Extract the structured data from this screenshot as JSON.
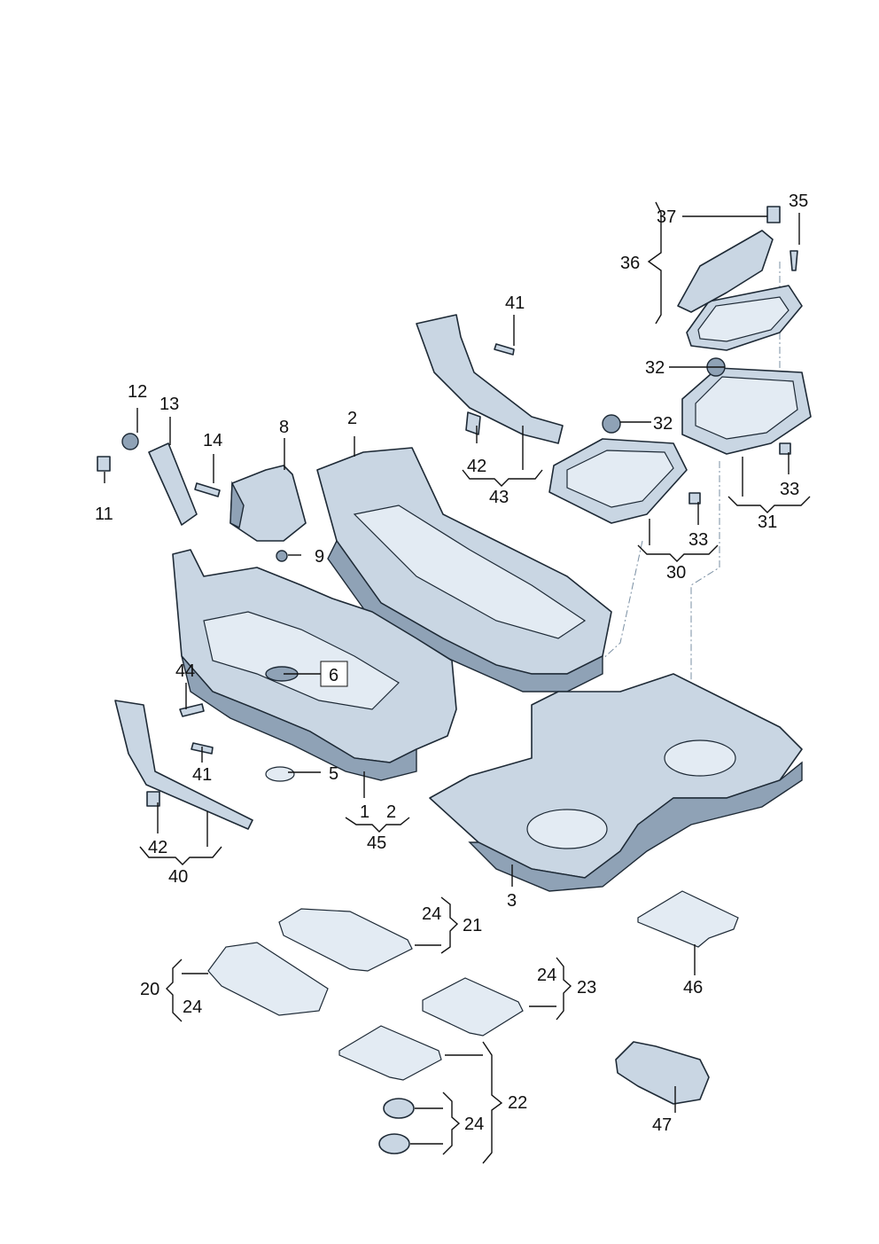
{
  "callouts": {
    "c1": "1",
    "c2a": "2",
    "c2b": "2",
    "c3": "3",
    "c5": "5",
    "c6": "6",
    "c8": "8",
    "c9": "9",
    "c11": "11",
    "c12": "12",
    "c13": "13",
    "c14": "14",
    "c20": "20",
    "c21": "21",
    "c22": "22",
    "c23": "23",
    "c24a": "24",
    "c24b": "24",
    "c24c": "24",
    "c24d": "24",
    "c30": "30",
    "c31": "31",
    "c32a": "32",
    "c32b": "32",
    "c33a": "33",
    "c33b": "33",
    "c35": "35",
    "c36": "36",
    "c37": "37",
    "c40": "40",
    "c41a": "41",
    "c41b": "41",
    "c42a": "42",
    "c42b": "42",
    "c43": "43",
    "c44": "44",
    "c45": "45",
    "c46": "46",
    "c47": "47"
  },
  "colors": {
    "part_fill": "#c9d6e3",
    "part_shadow": "#8fa2b6",
    "outline": "#1e2a36"
  }
}
